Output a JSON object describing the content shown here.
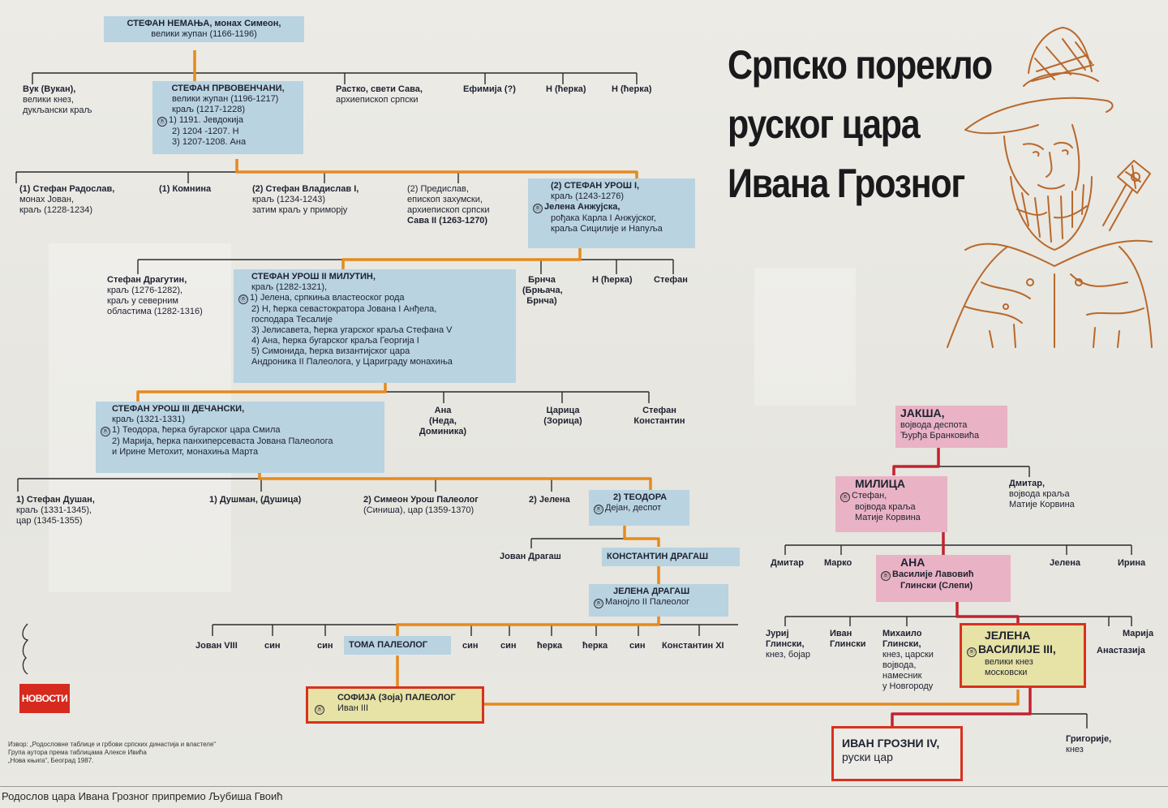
{
  "title": {
    "line1": "Српско порекло",
    "line2": "руског цара",
    "line3": "Ивана Грозног"
  },
  "logo": "НОВОСТИ",
  "credit": "Родослов цара Ивана Грозног припремио Љубиша Гвоић",
  "source": {
    "line1": "Извор: „Родословне таблице и грбови српских династија и властеле“",
    "line2": "Група аутора према таблицама Алексе Ивића",
    "line3": "„Нова књига“, Београд 1987."
  },
  "colors": {
    "line_orange": "#e58a1c",
    "line_red": "#c2232f",
    "box_blue": "#b9d3e1",
    "box_pink": "#e9b3c5",
    "box_yellow": "#e7e2a6",
    "border_red": "#d8311f"
  },
  "nodes": {
    "nemanja": {
      "l1": "СТЕФАН НЕМАЊА, монах Симеон,",
      "l2": "велики жупан (1166-1196)"
    },
    "vuk": {
      "l1": "Вук (Вукан),",
      "l2": "велики кнез,",
      "l3": "дукљански краљ"
    },
    "prvovencani": {
      "l1": "СТЕФАН ПРВОВЕНЧАНИ,",
      "l2": "велики жупан (1196-1217)",
      "l3": "краљ (1217-1228)",
      "l4": "1) 1191. Јевдокија",
      "l5": "2) 1204 -1207. Н",
      "l6": "3) 1207-1208. Ана",
      "sym": "Ⓑ"
    },
    "rastko": {
      "l1": "Растко, свети Сава,",
      "l2": "архиепископ српски"
    },
    "efimija": {
      "l1": "Ефимија (?)"
    },
    "n_kcerka1": {
      "l1": "Н (ћерка)"
    },
    "n_kcerka2": {
      "l1": "Н (ћерка)"
    },
    "radoslav": {
      "l1": "(1) Стефан Радослав,",
      "l2": "монах Јован,",
      "l3": "краљ (1228-1234)"
    },
    "komnina": {
      "l1": "(1) Комнина"
    },
    "vladislav": {
      "l1": "(2) Стефан Владислав I,",
      "l2": "краљ (1234-1243)",
      "l3": "затим краљ у приморју"
    },
    "predislav": {
      "l1": "(2) Предислав,",
      "l2": "епископ захумски,",
      "l3": "архиепископ српски",
      "l4": "Сава II (1263-1270)"
    },
    "uros1": {
      "l1": "(2) СТЕФАН УРОШ I,",
      "l2": "краљ (1243-1276)",
      "l3": "Јелена Анжујска,",
      "l4": "рођака Карла I Анжујског,",
      "l5": "краља Сицилије и Напуља",
      "sym": "Ⓑ"
    },
    "dragutin": {
      "l1": "Стефан Драгутин,",
      "l2": "краљ (1276-1282),",
      "l3": "краљ у северним",
      "l4": "областима (1282-1316)"
    },
    "milutin": {
      "l1": "СТЕФАН УРОШ II МИЛУТИН,",
      "l2": "краљ (1282-1321),",
      "l3": "1) Јелена, српкиња властеоског рода",
      "l4": "2) Н, ћерка севастократора Јована I Анђела,",
      "l5": "господара Тесалије",
      "l6": "3) Јелисавета, ћерка угарског краља Стефана V",
      "l7": "4) Ана, ћерка бугарског краља Георгија I",
      "l8": "5) Симонида, ћерка византијског цара",
      "l9": "Андроника II Палеолога, у Цариграду монахиња",
      "sym": "Ⓑ"
    },
    "brnjaca": {
      "l1": "Брнча",
      "l2": "(Брњача,",
      "l3": "Брнча)"
    },
    "n_kcerka3": {
      "l1": "Н (ћерка)"
    },
    "stefan_a": {
      "l1": "Стефан"
    },
    "decanski": {
      "l1": "СТЕФАН УРОШ III ДЕЧАНСКИ,",
      "l2": "краљ (1321-1331)",
      "l3": "1) Теодора, ћерка бугарског цара Смила",
      "l4": "2) Марија, ћерка панхиперсеваста Јована Палеолога",
      "l5": "и Ирине Метохит, монахиња Марта",
      "sym": "Ⓑ"
    },
    "ana_neda": {
      "l1": "Ана",
      "l2": "(Неда,",
      "l3": "Доминика)"
    },
    "carica": {
      "l1": "Царица",
      "l2": "(Зорица)"
    },
    "stefan_konst": {
      "l1": "Стефан",
      "l2": "Константин"
    },
    "dusan": {
      "l1": "1) Стефан Душан,",
      "l2": "краљ (1331-1345),",
      "l3": "цар (1345-1355)"
    },
    "dusman": {
      "l1": "1) Душман, (Душица)"
    },
    "simeon": {
      "l1": "2) Симеон Урош Палеолог",
      "l2": "(Синиша), цар (1359-1370)"
    },
    "jelena_d": {
      "l1": "2) Јелена"
    },
    "teodora": {
      "l1": "2) ТЕОДОРА",
      "l2": "Дејан, деспот",
      "sym": "Ⓑ"
    },
    "jovan_dragas": {
      "l1": "Јован Драгаш"
    },
    "konst_dragas": {
      "l1": "КОНСТАНТИН ДРАГАШ"
    },
    "jelena_dragas": {
      "l1": "ЈЕЛЕНА ДРАГАШ",
      "l2": "Манојло II Палеолог",
      "sym": "Ⓑ"
    },
    "palaiologoi": [
      {
        "label": "Јован VIII"
      },
      {
        "label": "син"
      },
      {
        "label": "син"
      },
      {
        "label": "ТОМА ПАЛЕОЛОГ"
      },
      {
        "label": "син"
      },
      {
        "label": "син"
      },
      {
        "label": "ћерка"
      },
      {
        "label": "ћерка"
      },
      {
        "label": "син"
      },
      {
        "label": "Константин XI"
      }
    ],
    "sofija": {
      "l1": "СОФИЈА (Зоја) ПАЛЕОЛОГ",
      "l2": "Иван III",
      "sym": "Ⓑ"
    },
    "jaksa": {
      "l1": "ЈАКША,",
      "l2": "војвода деспота",
      "l3": "Ђурђа Бранковића"
    },
    "milica": {
      "l1": "МИЛИЦА",
      "l2": "Стефан,",
      "l3": "војвода краља",
      "l4": "Матије Корвина",
      "sym": "Ⓑ"
    },
    "dmitar_v": {
      "l1": "Дмитар,",
      "l2": "војвода краља",
      "l3": "Матије Корвина"
    },
    "dmitar": {
      "l1": "Дмитар"
    },
    "marko": {
      "l1": "Марко"
    },
    "ana_g": {
      "l1": "АНА",
      "l2": "Василије Лавовић",
      "l3": "Глински (Слепи)",
      "sym": "Ⓑ"
    },
    "jelena_g": {
      "l1": "Јелена"
    },
    "irina": {
      "l1": "Ирина"
    },
    "jurij": {
      "l1": "Јуриј",
      "l2": "Глински,",
      "l3": "кнез, бојар"
    },
    "ivan_g": {
      "l1": "Иван",
      "l2": "Глински"
    },
    "mihailo": {
      "l1": "Михаило",
      "l2": "Глински,",
      "l3": "кнез, царски",
      "l4": "војвода,",
      "l5": "намесник",
      "l6": "у Новгороду"
    },
    "jelena_v": {
      "l1": "ЈЕЛЕНА",
      "l2": "ВАСИЛИЈЕ III,",
      "l3": "велики кнез",
      "l4": "московски",
      "sym": "Ⓑ"
    },
    "marija": {
      "l1": "Марија"
    },
    "anastazija": {
      "l1": "Анастазија"
    },
    "ivan_grozni": {
      "l1": "ИВАН ГРОЗНИ IV,",
      "l2": "руски цар"
    },
    "grigorije": {
      "l1": "Григорије,",
      "l2": "кнез"
    }
  }
}
